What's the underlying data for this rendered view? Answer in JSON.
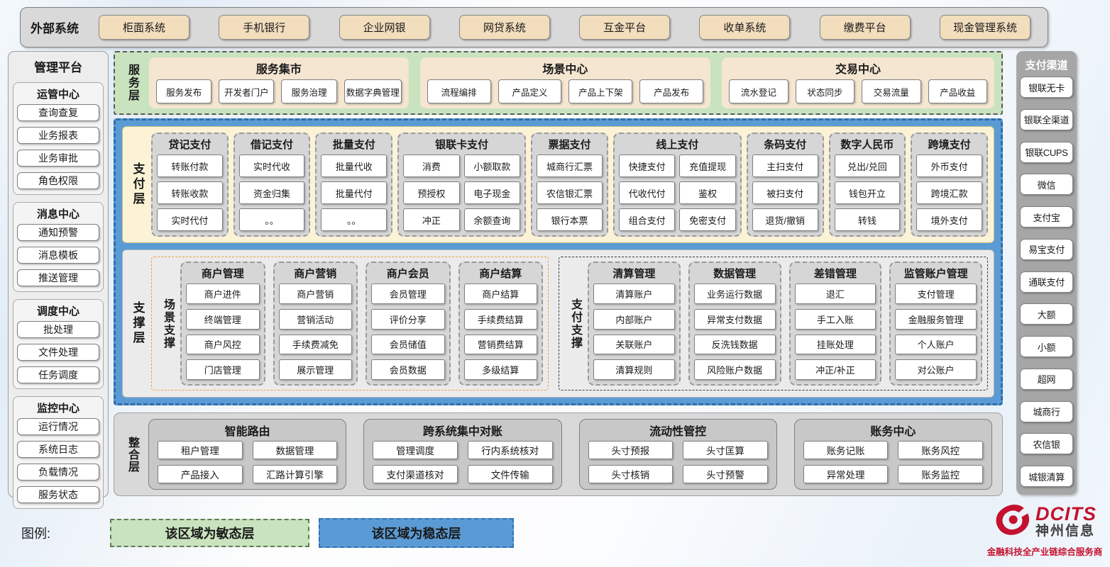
{
  "external_systems": {
    "label": "外部系统",
    "items": [
      "柜面系统",
      "手机银行",
      "企业网银",
      "网贷系统",
      "互金平台",
      "收单系统",
      "缴费平台",
      "现金管理系统"
    ]
  },
  "management_platform": {
    "title": "管理平台",
    "groups": [
      {
        "title": "运管中心",
        "items": [
          "查询查复",
          "业务报表",
          "业务审批",
          "角色权限"
        ]
      },
      {
        "title": "消息中心",
        "items": [
          "通知预警",
          "消息模板",
          "推送管理"
        ]
      },
      {
        "title": "调度中心",
        "items": [
          "批处理",
          "文件处理",
          "任务调度"
        ]
      },
      {
        "title": "监控中心",
        "items": [
          "运行情况",
          "系统日志",
          "负载情况",
          "服务状态"
        ]
      }
    ]
  },
  "service_layer": {
    "label": "服务层",
    "groups": [
      {
        "title": "服务集市",
        "items": [
          "服务发布",
          "开发者门户",
          "服务治理",
          "数据字典管理"
        ]
      },
      {
        "title": "场景中心",
        "items": [
          "流程编排",
          "产品定义",
          "产品上下架",
          "产品发布"
        ]
      },
      {
        "title": "交易中心",
        "items": [
          "流水登记",
          "状态同步",
          "交易流量",
          "产品收益"
        ]
      }
    ]
  },
  "payment_layer": {
    "label": "支付层",
    "columns": [
      {
        "title": "贷记支付",
        "cols": 1,
        "items": [
          "转账付款",
          "转账收款",
          "实时代付"
        ]
      },
      {
        "title": "借记支付",
        "cols": 1,
        "items": [
          "实时代收",
          "资金归集",
          "。。"
        ]
      },
      {
        "title": "批量支付",
        "cols": 1,
        "items": [
          "批量代收",
          "批量代付",
          "。。"
        ]
      },
      {
        "title": "银联卡支付",
        "cols": 2,
        "items": [
          "消费",
          "小额取款",
          "预授权",
          "电子现金",
          "冲正",
          "余额查询"
        ]
      },
      {
        "title": "票据支付",
        "cols": 1,
        "items": [
          "城商行汇票",
          "农信银汇票",
          "银行本票"
        ]
      },
      {
        "title": "线上支付",
        "cols": 2,
        "items": [
          "快捷支付",
          "充值提现",
          "代收代付",
          "鉴权",
          "组合支付",
          "免密支付"
        ]
      },
      {
        "title": "条码支付",
        "cols": 1,
        "items": [
          "主扫支付",
          "被扫支付",
          "退货/撤销"
        ]
      },
      {
        "title": "数字人民币",
        "cols": 1,
        "items": [
          "兑出/兑回",
          "钱包开立",
          "转钱"
        ]
      },
      {
        "title": "跨境支付",
        "cols": 1,
        "items": [
          "外币支付",
          "跨境汇款",
          "境外支付"
        ]
      }
    ]
  },
  "support_layer": {
    "label": "支撑层",
    "groups": [
      {
        "label": "场景支撑",
        "accent": "orange",
        "columns": [
          {
            "title": "商户管理",
            "items": [
              "商户进件",
              "终端管理",
              "商户风控",
              "门店管理"
            ]
          },
          {
            "title": "商户营销",
            "items": [
              "商户营销",
              "营销活动",
              "手续费减免",
              "展示管理"
            ]
          },
          {
            "title": "商户会员",
            "items": [
              "会员管理",
              "评价分享",
              "会员储值",
              "会员数据"
            ]
          },
          {
            "title": "商户结算",
            "items": [
              "商户结算",
              "手续费结算",
              "营销费结算",
              "多级结算"
            ]
          }
        ]
      },
      {
        "label": "支付支撑",
        "accent": "dark",
        "columns": [
          {
            "title": "清算管理",
            "items": [
              "清算账户",
              "内部账户",
              "关联账户",
              "清算规则"
            ]
          },
          {
            "title": "数据管理",
            "items": [
              "业务运行数据",
              "异常支付数据",
              "反洗钱数据",
              "风险账户数据"
            ]
          },
          {
            "title": "差错管理",
            "items": [
              "退汇",
              "手工入账",
              "挂账处理",
              "冲正/补正"
            ]
          },
          {
            "title": "监管账户管理",
            "items": [
              "支付管理",
              "金融服务管理",
              "个人账户",
              "对公账户"
            ]
          }
        ]
      }
    ]
  },
  "integration_layer": {
    "label": "整合层",
    "groups": [
      {
        "title": "智能路由",
        "items": [
          "租户管理",
          "数据管理",
          "产品接入",
          "汇路计算引擎"
        ]
      },
      {
        "title": "跨系统集中对账",
        "items": [
          "管理调度",
          "行内系统核对",
          "支付渠道核对",
          "文件传输"
        ]
      },
      {
        "title": "流动性管控",
        "items": [
          "头寸预报",
          "头寸匡算",
          "头寸核销",
          "头寸预警"
        ]
      },
      {
        "title": "账务中心",
        "items": [
          "账务记账",
          "账务风控",
          "异常处理",
          "账务监控"
        ]
      }
    ]
  },
  "payment_channels": {
    "title": "支付渠道",
    "items": [
      "银联无卡",
      "银联全渠道",
      "银联CUPS",
      "微信",
      "支付宝",
      "易宝支付",
      "通联支付",
      "大额",
      "小额",
      "超网",
      "城商行",
      "农信银",
      "城银清算"
    ]
  },
  "legend": {
    "label": "图例:",
    "agile": "该区域为敏态层",
    "stable": "该区域为稳态层"
  },
  "logo": {
    "brand": "DCITS",
    "name": "神州信息",
    "tagline": "金融科技全产业链综合服务商"
  },
  "colors": {
    "blue": "#5b9bd5",
    "blue-dark": "#2f6da8",
    "green": "#c9e3bf",
    "tan": "#f2ddbd",
    "cream": "#fcf3d6",
    "orange": "#ed9f3c",
    "red": "#c4122f"
  }
}
